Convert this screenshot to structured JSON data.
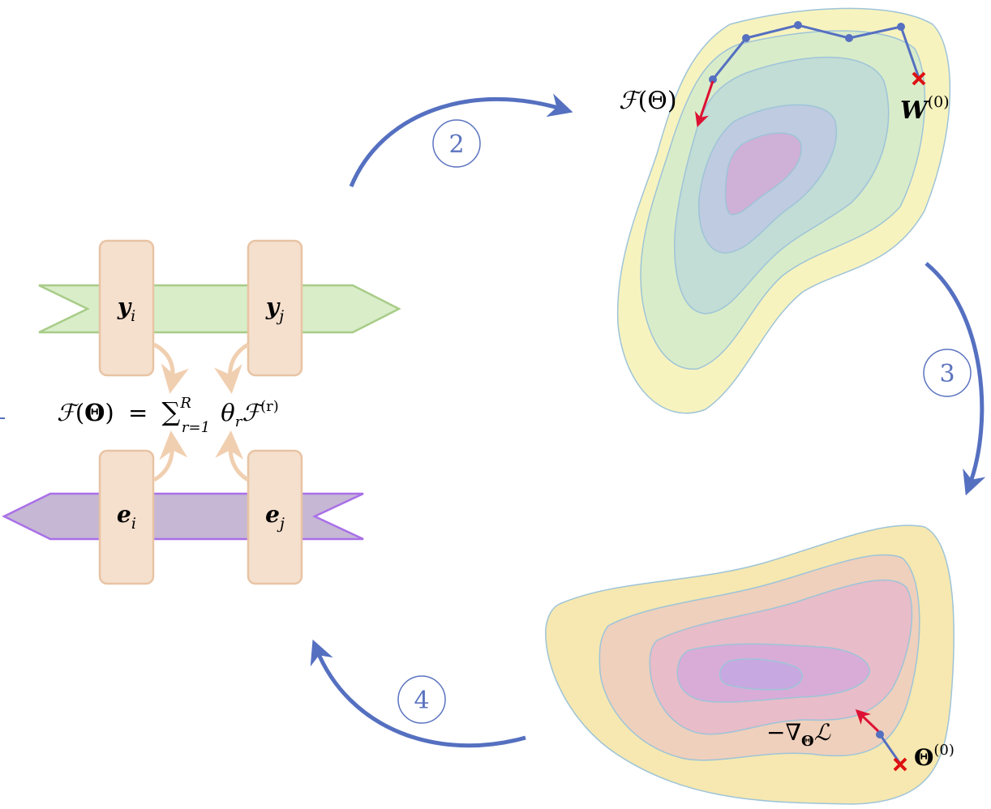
{
  "colors": {
    "flow_arrow": "#5570c0",
    "band_green": "#d8edc8",
    "band_green_stroke": "#a8cc88",
    "band_purple": "#c6b7d4",
    "band_purple_stroke": "#a970e8",
    "block_fill": "#f5dfcd",
    "block_stroke": "#e8c4a4",
    "small_arrow": "#f0cfb0",
    "trajectory": "#5570c0",
    "marker_x": "#dd1111",
    "gradient_arrow": "#dd1133"
  },
  "steps": [
    {
      "id": "step-2",
      "label": "2"
    },
    {
      "id": "step-3",
      "label": "3"
    },
    {
      "id": "step-4",
      "label": "4"
    }
  ],
  "left_panel": {
    "top_blocks": [
      {
        "symbol": "y",
        "subscript": "i"
      },
      {
        "symbol": "y",
        "subscript": "j"
      }
    ],
    "bottom_blocks": [
      {
        "symbol": "e",
        "subscript": "i"
      },
      {
        "symbol": "e",
        "subscript": "j"
      }
    ],
    "formula": {
      "lhs_script": "ℱ",
      "lhs_paren_open": "(",
      "lhs_arg": "Θ",
      "lhs_paren_close": ")",
      "equals": "=",
      "sum": "∑",
      "sum_upper": "R",
      "sum_lower": "r=1",
      "theta": "θ",
      "theta_sub": "r",
      "rhs_script": "ℱ",
      "rhs_sup": "(r)"
    }
  },
  "top_landscape": {
    "label_F": {
      "script": "ℱ",
      "arg": "(Θ)"
    },
    "label_W": {
      "symbol": "W",
      "sup": "(0)"
    },
    "contour_fills": [
      "#f7f3bf",
      "#d9ecc9",
      "#c2dcd6",
      "#bfcbe0",
      "#cfb0d6"
    ]
  },
  "bottom_landscape": {
    "label_grad": {
      "prefix": "−∇",
      "sub": "Θ",
      "script": "ℒ"
    },
    "label_theta": {
      "symbol": "Θ",
      "sup": "(0)"
    },
    "contour_fills": [
      "#f6e8b0",
      "#efd0bc",
      "#e8bcc8",
      "#d9acd8",
      "#c8a8e0"
    ]
  }
}
